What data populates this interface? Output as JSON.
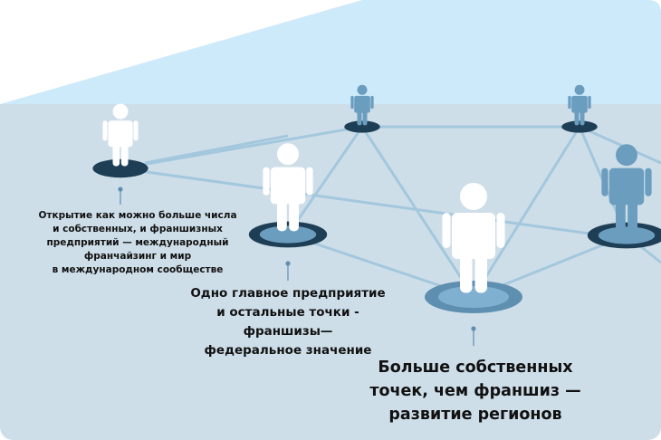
{
  "captions": {
    "international": [
      "Открытие как можно больше числа",
      "и собственных, и франшизных",
      "предприятий — международный",
      "франчайзинг и мир",
      "в международном сообществе"
    ],
    "federal": [
      "Одно главное предприятие",
      "и остальные точки -",
      "франшизы—",
      "федеральное значение"
    ],
    "regional": [
      "Больше собственных",
      "точек, чем франшиз —",
      "развитие регионов"
    ]
  },
  "colors": {
    "sky": "#cdeafb",
    "floor": "#cedee9",
    "line": "#9fc4db",
    "dark": "#1e3e55",
    "blue": "#6b9dbf",
    "white": "#ffffff"
  }
}
